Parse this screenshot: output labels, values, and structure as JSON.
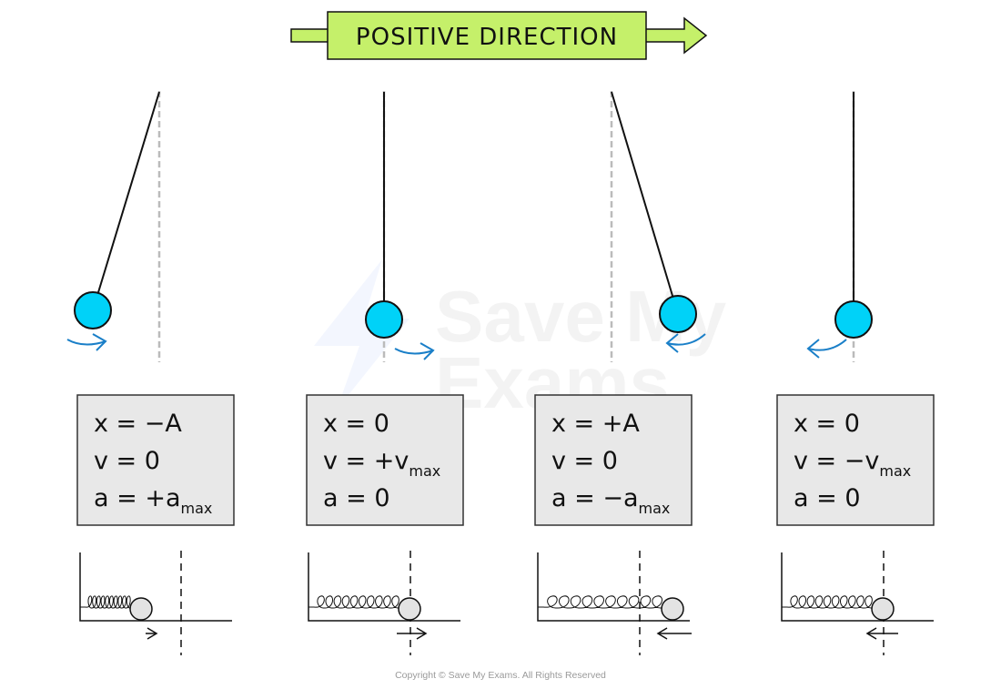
{
  "banner": {
    "label": "POSITIVE DIRECTION",
    "fill": "#c5f06a",
    "direction": "right"
  },
  "colors": {
    "bob": "#00d2f8",
    "motion_arrow": "#1a7fc8",
    "box_fill": "#e8e8e8",
    "equilibrium_line": "#bbbbbb",
    "spring_mass": "#e3e3e3"
  },
  "watermark": {
    "line1": "Save My",
    "line2": "Exams"
  },
  "stages": [
    {
      "pendulum_position": "left-extreme",
      "motion_direction": "right",
      "equations": [
        {
          "lhs": "x",
          "rhs": "−A",
          "sub": ""
        },
        {
          "lhs": "v",
          "rhs": "0",
          "sub": ""
        },
        {
          "lhs": "a",
          "rhs": "+a",
          "sub": "max"
        }
      ],
      "spring": {
        "state": "compressed",
        "velocity_arrow": "right"
      }
    },
    {
      "pendulum_position": "equilibrium",
      "motion_direction": "right",
      "equations": [
        {
          "lhs": "x",
          "rhs": "0",
          "sub": ""
        },
        {
          "lhs": "v",
          "rhs": "+v",
          "sub": "max"
        },
        {
          "lhs": "a",
          "rhs": "0",
          "sub": ""
        }
      ],
      "spring": {
        "state": "natural",
        "velocity_arrow": "right"
      }
    },
    {
      "pendulum_position": "right-extreme",
      "motion_direction": "left",
      "equations": [
        {
          "lhs": "x",
          "rhs": "+A",
          "sub": ""
        },
        {
          "lhs": "v",
          "rhs": "0",
          "sub": ""
        },
        {
          "lhs": "a",
          "rhs": "−a",
          "sub": "max"
        }
      ],
      "spring": {
        "state": "stretched",
        "velocity_arrow": "left"
      }
    },
    {
      "pendulum_position": "equilibrium",
      "motion_direction": "left",
      "equations": [
        {
          "lhs": "x",
          "rhs": "0",
          "sub": ""
        },
        {
          "lhs": "v",
          "rhs": "−v",
          "sub": "max"
        },
        {
          "lhs": "a",
          "rhs": "0",
          "sub": ""
        }
      ],
      "spring": {
        "state": "natural",
        "velocity_arrow": "left"
      }
    }
  ],
  "copyright": "Copyright © Save My Exams. All Rights Reserved"
}
